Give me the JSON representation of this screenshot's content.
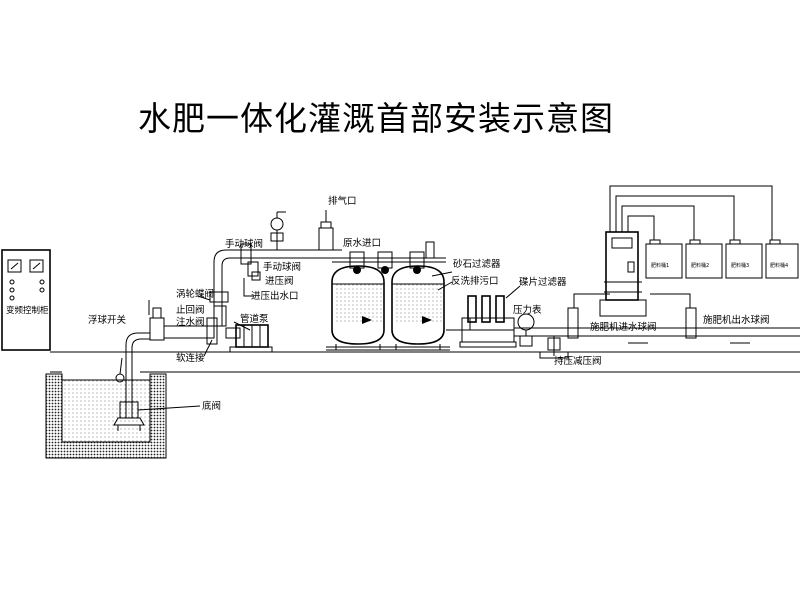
{
  "title": "水肥一体化灌溉首部安装示意图",
  "labels": {
    "cabinet": "变频控制柜",
    "float_switch": "浮球开关",
    "butterfly_valve": "涡轮蝶阀",
    "check_valve": "止回阀",
    "water_inlet": "注水阀",
    "soft_joint": "软连接",
    "pipe_pump": "管道泵",
    "manual_ball_valve_top": "手动球阀",
    "manual_ball_valve": "手动球阀",
    "pressure_in_valve": "进压阀",
    "pressure_out": "进压出水口",
    "exhaust": "排气口",
    "raw_water_in": "原水进口",
    "sand_filter": "砂石过滤器",
    "backwash_drain": "反洗排污口",
    "disc_filter": "碟片过滤器",
    "pressure_gauge": "压力表",
    "pressure_reducing_valve": "持压减压阀",
    "fertilizer_in_valve": "施肥机进水球阀",
    "fertilizer_out_valve": "施肥机出水球阀",
    "foot_valve": "底阀"
  },
  "tanks": [
    "肥料桶1",
    "肥料桶2",
    "肥料桶3",
    "肥料桶4"
  ]
}
